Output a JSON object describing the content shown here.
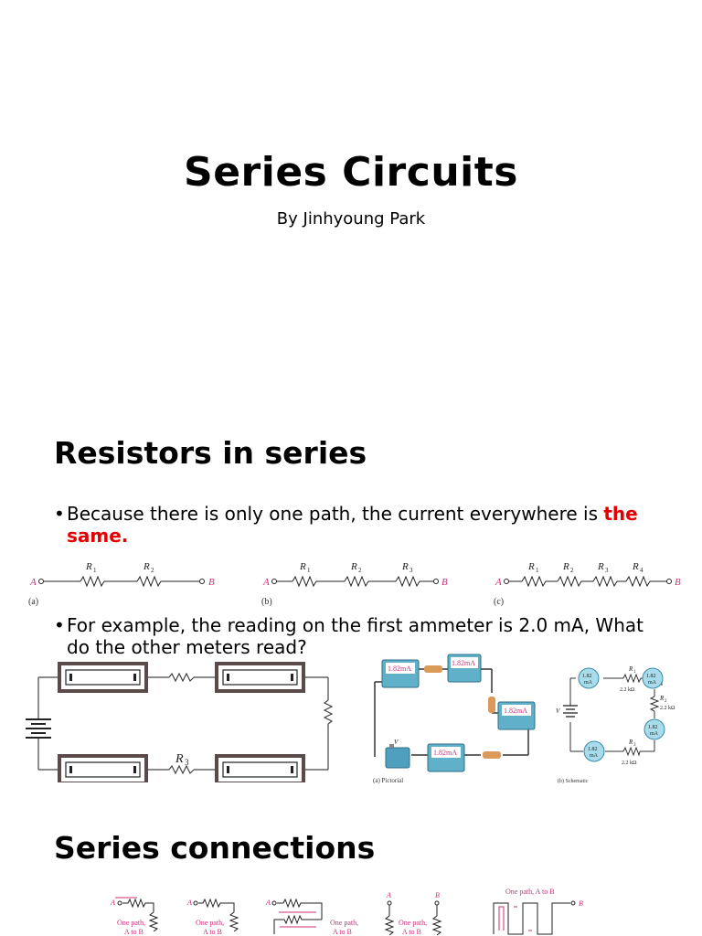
{
  "title_slide": {
    "title": "Series Circuits",
    "subtitle": "By Jinhyoung Park"
  },
  "slide2": {
    "heading": "Resistors in series",
    "bullet1_prefix": "Because there is only one path, the current everywhere is ",
    "bullet1_highlight": "the same.",
    "bullet2": "For example, the reading on the first ammeter is 2.0 mA, What do the other meters read?",
    "diagram_a": {
      "caption": "(a)",
      "node_a": "A",
      "node_b": "B",
      "resistors": [
        "R",
        "R"
      ],
      "subs": [
        "1",
        "2"
      ]
    },
    "diagram_b": {
      "caption": "(b)",
      "node_a": "A",
      "node_b": "B",
      "resistors": [
        "R",
        "R",
        "R"
      ],
      "subs": [
        "1",
        "2",
        "3"
      ]
    },
    "diagram_c": {
      "caption": "(c)",
      "node_a": "A",
      "node_b": "B",
      "resistors": [
        "R",
        "R",
        "R",
        "R"
      ],
      "subs": [
        "1",
        "2",
        "3",
        "4"
      ]
    },
    "ammeter_circuit": {
      "resistor_label": "R",
      "resistor_sub": "3"
    },
    "pictorial": {
      "meter_reading": "1.82mA",
      "source_label": "V",
      "caption": "(a) Pictorial"
    },
    "schematic": {
      "meter_top": "1.82",
      "meter_unit": "mA",
      "r1": "R",
      "r1_sub": "1",
      "r1_value": "2.2 kΩ",
      "r2": "R",
      "r2_sub": "2",
      "r2_value": "2.2 kΩ",
      "r3": "R",
      "r3_sub": "3",
      "r3_value": "2.2 kΩ",
      "source": "V",
      "caption": "(b) Schematic"
    }
  },
  "slide3": {
    "heading": "Series connections",
    "panel_a": {
      "node_a": "A",
      "path": "One path,",
      "ab": "A to B"
    },
    "panel_b": {
      "node_a": "A",
      "path": "One path,",
      "ab": "A to B"
    },
    "panel_c": {
      "node_a": "A",
      "path": "One path,",
      "ab": "A to B"
    },
    "panel_d": {
      "node_a": "A",
      "node_b": "B",
      "path": "One path,",
      "ab": "A to B"
    },
    "panel_e": {
      "title": "One path, A to B",
      "node_b": "B"
    }
  },
  "colors": {
    "accent_red": "#e40000",
    "path_pink": "#c8327a",
    "meter_blue": "#5fb0c8"
  }
}
